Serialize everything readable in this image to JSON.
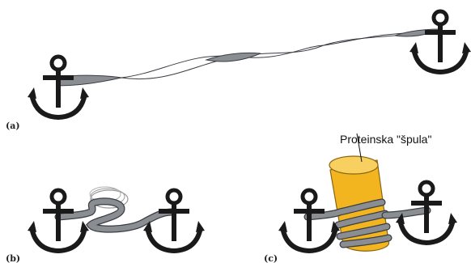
{
  "panels": {
    "a": {
      "label": "(a)"
    },
    "b": {
      "label": "(b)"
    },
    "c": {
      "label": "(c)"
    }
  },
  "callout": {
    "text": "Proteinska \"špula\""
  },
  "colors": {
    "anchor": "#1a1a1a",
    "ribbon_fill": "#8a8d92",
    "ribbon_edge": "#3a3d42",
    "spool_fill": "#f2b51f",
    "spool_top": "#f8d060",
    "spool_edge": "#8a6410"
  },
  "icons": [
    "anchor-icon"
  ]
}
